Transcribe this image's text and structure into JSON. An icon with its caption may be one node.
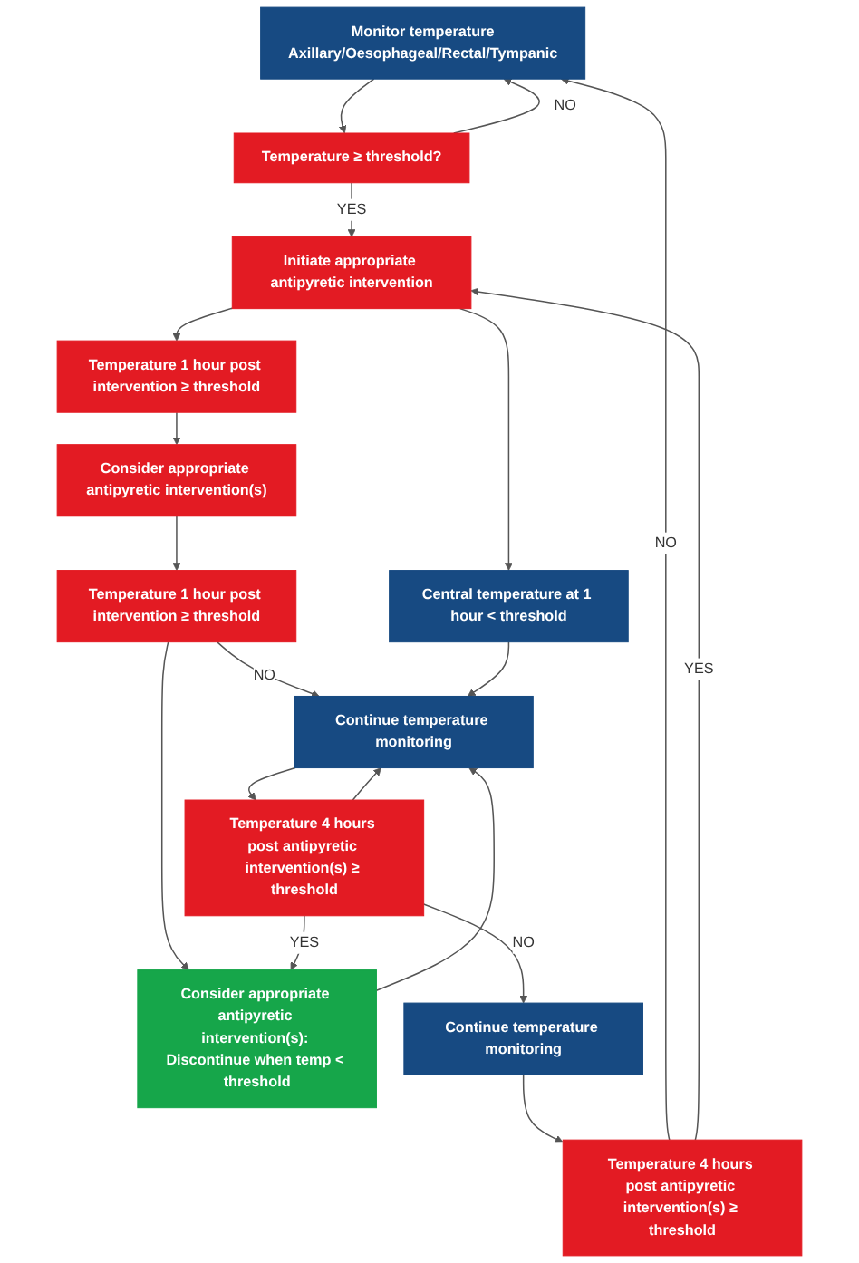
{
  "diagram": {
    "nodes": [
      {
        "text": [
          "Monitor temperature",
          "Axillary/Oesophageal/Rectal/Tympanic"
        ]
      },
      {
        "text": [
          "Temperature ≥ threshold?"
        ]
      },
      {
        "text": [
          "Initiate appropriate antipyretic intervention"
        ]
      },
      {
        "text": [
          "Temperature 1 hour post intervention ≥ threshold"
        ]
      },
      {
        "text": [
          "Central temperature at 1 hour < threshold"
        ]
      },
      {
        "text": [
          "Consider appropriate antipyretic intervention(s)"
        ]
      },
      {
        "text": [
          "Temperature 1 hour post intervention ≥ threshold"
        ]
      },
      {
        "text": [
          "Consider appropriate antipyretic intervention(s): Discontinue when temp < threshold"
        ]
      },
      {
        "text": [
          "Continue temperature monitoring"
        ]
      },
      {
        "text": [
          "Temperature 4 hours post antipyretic intervention(s) ≥ threshold"
        ]
      },
      {
        "text": [
          "Continue temperature monitoring"
        ]
      },
      {
        "text": [
          "Temperature 4 hours post antipyretic intervention(s) ≥ threshold"
        ]
      }
    ],
    "edges": [
      {
        "from": 0,
        "to": 1,
        "arrow": "to"
      },
      {
        "from": 1,
        "to": 0,
        "arrow": "to",
        "label": "NO"
      },
      {
        "from": 1,
        "to": 2,
        "arrow": "to",
        "label": "YES"
      },
      {
        "from": 2,
        "to": 3,
        "arrow": "to"
      },
      {
        "from": 2,
        "to": 4,
        "arrow": "to"
      },
      {
        "from": 3,
        "to": 5,
        "arrow": "to"
      },
      {
        "from": 5,
        "to": 6,
        "arrow": "to"
      },
      {
        "from": 6,
        "to": 8,
        "arrow": "to",
        "label": "NO"
      },
      {
        "from": 4,
        "to": 8,
        "arrow": "to"
      },
      {
        "from": 6,
        "to": 7,
        "arrow": "to"
      },
      {
        "from": 7,
        "to": 8,
        "arrow": "to"
      },
      {
        "from": 8,
        "to": 9,
        "arrow": "to"
      },
      {
        "from": 9,
        "to": 8,
        "arrow": "to"
      },
      {
        "from": 9,
        "to": 7,
        "arrow": "to",
        "label": "YES"
      },
      {
        "from": 9,
        "to": 10,
        "arrow": "to",
        "label": "NO"
      },
      {
        "from": 10,
        "to": 11,
        "arrow": "to"
      },
      {
        "from": 11,
        "to": 0,
        "arrow": "to",
        "label": "NO"
      },
      {
        "from": 11,
        "to": 2,
        "arrow": "to",
        "label": "YES"
      }
    ]
  }
}
